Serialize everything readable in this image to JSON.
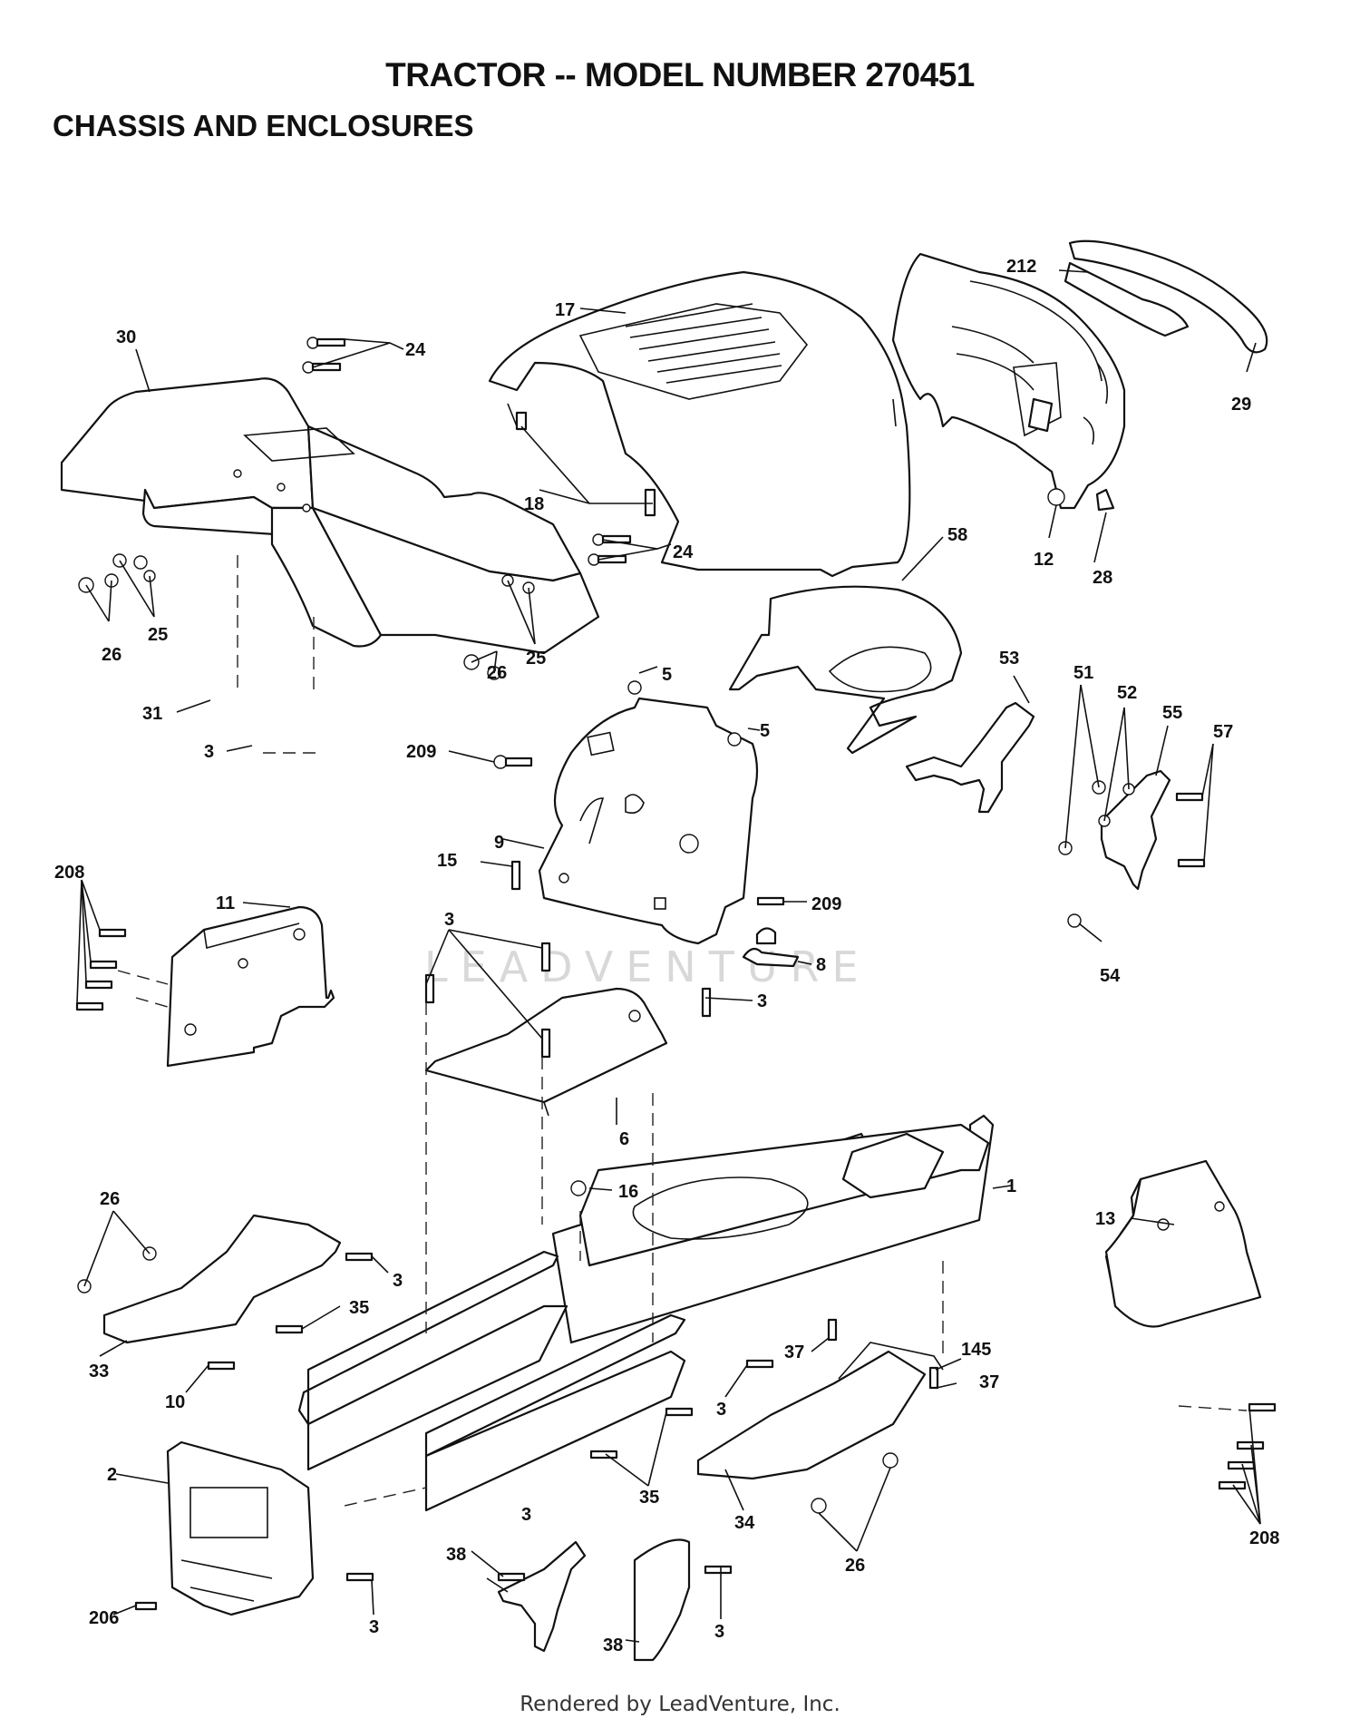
{
  "header": {
    "title": "TRACTOR -- MODEL NUMBER 270451",
    "subtitle": "CHASSIS AND ENCLOSURES"
  },
  "watermark": "LEADVENTURE",
  "footer": "Rendered by LeadVenture, Inc.",
  "callouts": {
    "c30": "30",
    "c24a": "24",
    "c17": "17",
    "c212": "212",
    "c29": "29",
    "c18": "18",
    "c24b": "24",
    "c12": "12",
    "c28": "28",
    "c58": "58",
    "c26a": "26",
    "c25a": "25",
    "c26b": "26",
    "c25b": "25",
    "c31": "31",
    "c3a": "3",
    "c5a": "5",
    "c5b": "5",
    "c209a": "209",
    "c53": "53",
    "c51": "51",
    "c52": "52",
    "c55": "55",
    "c57": "57",
    "c9": "9",
    "c15": "15",
    "c209b": "209",
    "c11": "11",
    "c208a": "208",
    "c54": "54",
    "c3b": "3",
    "c8": "8",
    "c3c": "3",
    "c6": "6",
    "c16": "16",
    "c1": "1",
    "c26c": "26",
    "c3d": "3",
    "c13": "13",
    "c35a": "35",
    "c33": "33",
    "c10": "10",
    "c37a": "37",
    "c145": "145",
    "c37b": "37",
    "c3e": "3",
    "c2": "2",
    "c35b": "35",
    "c34": "34",
    "c208b": "208",
    "c3f": "3",
    "c38a": "38",
    "c26d": "26",
    "c206": "206",
    "c3g": "3",
    "c38b": "38",
    "c3h": "3"
  }
}
